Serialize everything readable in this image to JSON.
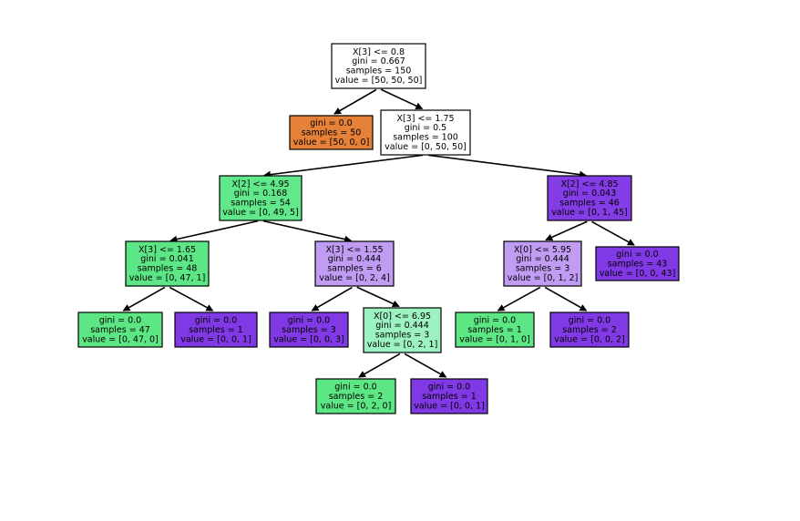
{
  "tree": {
    "nodes": [
      {
        "id": "n0",
        "lines": [
          "X[3] <= 0.8",
          "gini = 0.667",
          "samples = 150",
          "value = [50, 50, 50]"
        ],
        "fill": "#ffffff"
      },
      {
        "id": "n1",
        "lines": [
          "gini = 0.0",
          "samples = 50",
          "value = [50, 0, 0]"
        ],
        "fill": "#e58139"
      },
      {
        "id": "n2",
        "lines": [
          "X[3] <= 1.75",
          "gini = 0.5",
          "samples = 100",
          "value = [0, 50, 50]"
        ],
        "fill": "#ffffff"
      },
      {
        "id": "n3",
        "lines": [
          "X[2] <= 4.95",
          "gini = 0.168",
          "samples = 54",
          "value = [0, 49, 5]"
        ],
        "fill": "#61e88b"
      },
      {
        "id": "n4",
        "lines": [
          "X[2] <= 4.85",
          "gini = 0.043",
          "samples = 46",
          "value = [0, 1, 45]"
        ],
        "fill": "#843de6"
      },
      {
        "id": "n5",
        "lines": [
          "X[3] <= 1.65",
          "gini = 0.041",
          "samples = 48",
          "value = [0, 47, 1]"
        ],
        "fill": "#5ce686"
      },
      {
        "id": "n6",
        "lines": [
          "X[3] <= 1.55",
          "gini = 0.444",
          "samples = 6",
          "value = [0, 2, 4]"
        ],
        "fill": "#c09cf2"
      },
      {
        "id": "n7",
        "lines": [
          "X[0] <= 5.95",
          "gini = 0.444",
          "samples = 3",
          "value = [0, 1, 2]"
        ],
        "fill": "#c09cf2"
      },
      {
        "id": "n8",
        "lines": [
          "gini = 0.0",
          "samples = 43",
          "value = [0, 0, 43]"
        ],
        "fill": "#8139e5"
      },
      {
        "id": "n9",
        "lines": [
          "gini = 0.0",
          "samples = 47",
          "value = [0, 47, 0]"
        ],
        "fill": "#5ce684"
      },
      {
        "id": "n10",
        "lines": [
          "gini = 0.0",
          "samples = 1",
          "value = [0, 0, 1]"
        ],
        "fill": "#8139e5"
      },
      {
        "id": "n11",
        "lines": [
          "gini = 0.0",
          "samples = 3",
          "value = [0, 0, 3]"
        ],
        "fill": "#8139e5"
      },
      {
        "id": "n12",
        "lines": [
          "X[0] <= 6.95",
          "gini = 0.444",
          "samples = 3",
          "value = [0, 2, 1]"
        ],
        "fill": "#9cf2c0"
      },
      {
        "id": "n13",
        "lines": [
          "gini = 0.0",
          "samples = 1",
          "value = [0, 1, 0]"
        ],
        "fill": "#5ce684"
      },
      {
        "id": "n14",
        "lines": [
          "gini = 0.0",
          "samples = 2",
          "value = [0, 0, 2]"
        ],
        "fill": "#8139e5"
      },
      {
        "id": "n15",
        "lines": [
          "gini = 0.0",
          "samples = 2",
          "value = [0, 2, 0]"
        ],
        "fill": "#5ce684"
      },
      {
        "id": "n16",
        "lines": [
          "gini = 0.0",
          "samples = 1",
          "value = [0, 0, 1]"
        ],
        "fill": "#8139e5"
      }
    ],
    "edges": [
      [
        "n0",
        "n1"
      ],
      [
        "n0",
        "n2"
      ],
      [
        "n2",
        "n3"
      ],
      [
        "n2",
        "n4"
      ],
      [
        "n3",
        "n5"
      ],
      [
        "n3",
        "n6"
      ],
      [
        "n4",
        "n7"
      ],
      [
        "n4",
        "n8"
      ],
      [
        "n5",
        "n9"
      ],
      [
        "n5",
        "n10"
      ],
      [
        "n6",
        "n11"
      ],
      [
        "n6",
        "n12"
      ],
      [
        "n7",
        "n13"
      ],
      [
        "n7",
        "n14"
      ],
      [
        "n12",
        "n15"
      ],
      [
        "n12",
        "n16"
      ]
    ]
  }
}
